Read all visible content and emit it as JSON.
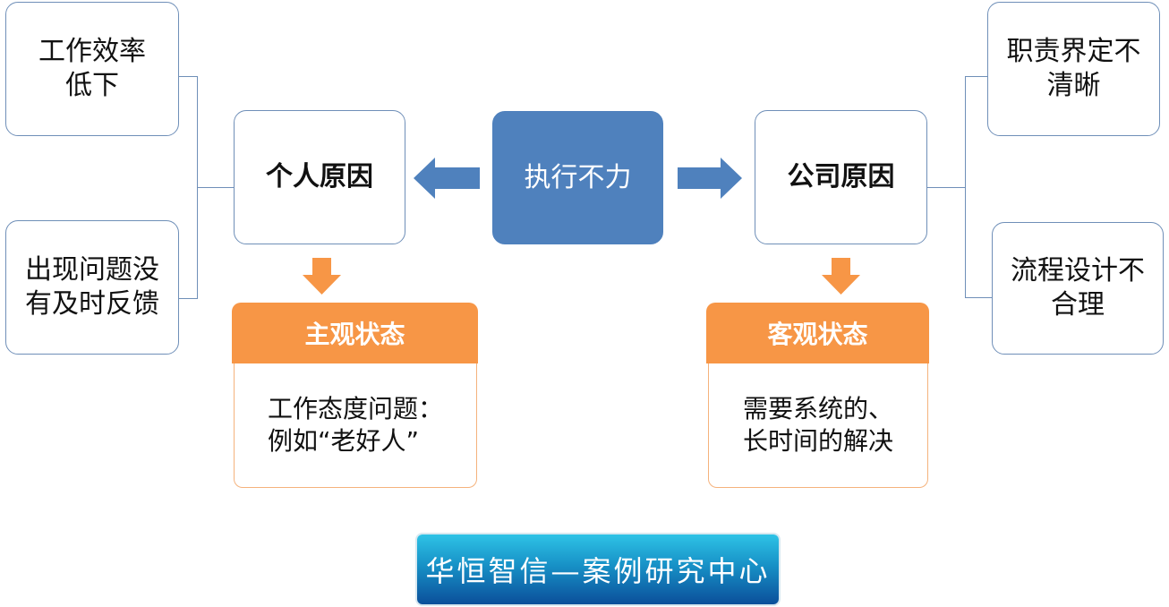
{
  "left": {
    "top": [
      "工作效率",
      "低下"
    ],
    "bottom": [
      "出现问题没",
      "有及时反馈"
    ],
    "main": "个人原因",
    "state_title": "主观状态",
    "state_body": [
      "工作态度问题：",
      "例如“老好人”"
    ]
  },
  "center": "执行不力",
  "right": {
    "top": [
      "职责界定不",
      "清晰"
    ],
    "bottom": [
      "流程设计不",
      "合理"
    ],
    "main": "公司原因",
    "state_title": "客观状态",
    "state_body": [
      "需要系统的、",
      "长时间的解决"
    ]
  },
  "footer": "华恒智信—案例研究中心",
  "colors": {
    "blue": "#4f81bd",
    "orange": "#f79646"
  }
}
